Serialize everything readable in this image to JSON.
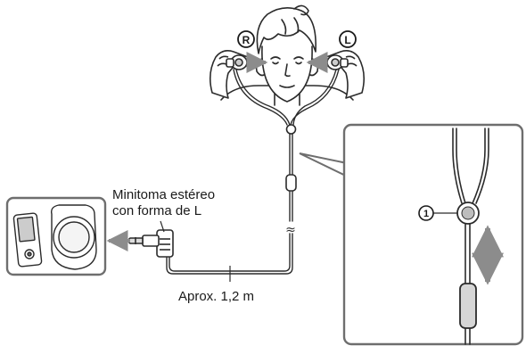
{
  "labels": {
    "plug_line1": "Minitoma estéreo",
    "plug_line2": "con forma de L",
    "cord_length": "Aprox. 1,2 m"
  },
  "markers": {
    "right": "R",
    "left": "L",
    "callout": "1"
  },
  "colors": {
    "line": "#2b2b2b",
    "arrow_gray": "#8c8c8c",
    "device_fill": "#f4f4f4"
  }
}
